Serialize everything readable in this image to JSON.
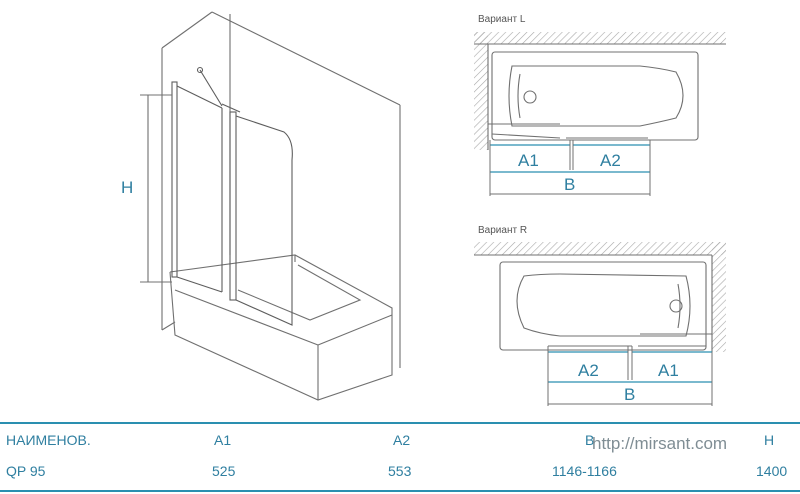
{
  "diagram": {
    "height_label": "H",
    "variant_l": {
      "title": "Вариант L",
      "a1": "A1",
      "a2": "A2",
      "b": "B"
    },
    "variant_r": {
      "title": "Вариант R",
      "a1": "A1",
      "a2": "A2",
      "b": "B"
    }
  },
  "table": {
    "headers": [
      "НАИМЕНОВ.",
      "A1",
      "A2",
      "B",
      "H"
    ],
    "row": [
      "QP 95",
      "525",
      "553",
      "1146-1166",
      "1400"
    ]
  },
  "watermark": "http://mirsant.com",
  "colors": {
    "accent": "#2a8fb0",
    "label": "#2f7fa0",
    "line": "#6f6f6f",
    "hatch": "#9a9a9a"
  }
}
